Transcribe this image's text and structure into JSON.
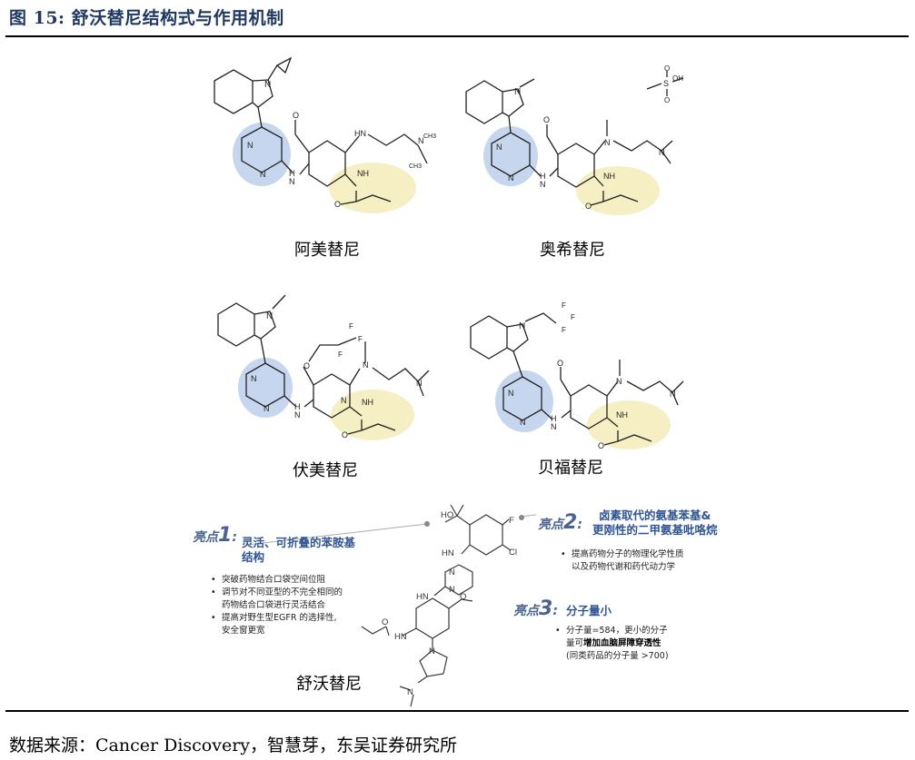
{
  "figure": {
    "title": "图 15:  舒沃替尼结构式与作用机制",
    "source": "数据来源：Cancer Discovery，智慧芽，东吴证券研究所"
  },
  "drugs": [
    {
      "name": "阿美替尼"
    },
    {
      "name": "奥希替尼"
    },
    {
      "name": "伏美替尼"
    },
    {
      "name": "贝福替尼"
    }
  ],
  "sunvozertinib": {
    "name": "舒沃替尼",
    "highlight_label": "亮点",
    "highlights": [
      {
        "num": "1",
        "suffix": ":",
        "title_lines": [
          "灵活、可折叠的苯胺基",
          "结构"
        ],
        "bullets": [
          "突破药物结合口袋空间位阻",
          "调节对不同亚型的不完全相同的",
          "药物结合口袋进行灵活结合",
          "提高对野生型EGFR 的选择性,",
          "安全窗更宽"
        ]
      },
      {
        "num": "2",
        "suffix": ":",
        "title_lines": [
          "卤素取代的氨基苯基&",
          "更刚性的二甲氨基吡咯烷"
        ],
        "bullets": [
          "提高药物分子的物理化学性质",
          "以及药物代谢和药代动力学"
        ]
      },
      {
        "num": "3",
        "suffix": ":",
        "title_lines": [
          "分子量小"
        ],
        "bullets": [
          "分子量=584，更小的分子",
          "量可",
          "增加血脑屏障穿透性",
          "(同类药品的分子量 >700)"
        ]
      }
    ]
  },
  "atoms": {
    "N": "N",
    "NH": "NH",
    "H": "H",
    "HN": "HN",
    "O": "O",
    "S": "S",
    "OH": "OH",
    "F": "F",
    "Cl": "Cl",
    "CH3": "CH3",
    "HO": "HO"
  },
  "colors": {
    "title": "#1f3864",
    "pyrimidine_highlight": "#c5d6ee",
    "acrylamide_highlight": "#f6efc4",
    "accent": "#2f5597"
  }
}
